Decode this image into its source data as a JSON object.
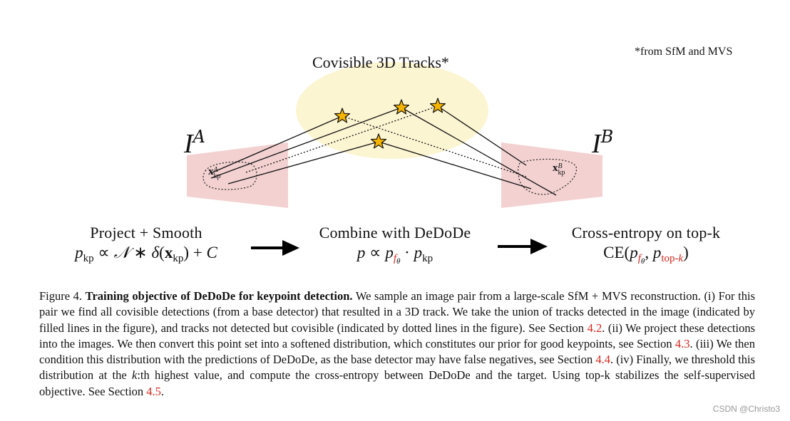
{
  "figure": {
    "footnote": "*from SfM and MVS",
    "tracks_title": "Covisible 3D Tracks*",
    "image_a_letter": "I",
    "image_a_sup": "A",
    "image_b_letter": "I",
    "image_b_sup": "B",
    "kp_a_main": "x",
    "kp_a_sup": "A",
    "kp_a_sub": "kp",
    "kp_b_main": "x",
    "kp_b_sup": "B",
    "kp_b_sub": "kp",
    "colors": {
      "image_plane": "#f3d1d1",
      "tracks_ellipse": "#fcf5d2",
      "star": "#f5b400",
      "reference": "#d9261c"
    },
    "steps": [
      {
        "title": "Project + Smooth",
        "eq": {
          "p": "p",
          "p_sub": "kp",
          "propto": "∝",
          "N": "𝒩",
          "star": "∗",
          "delta": "δ",
          "lp": "(",
          "x": "x",
          "x_sub": "kp",
          "rp": ")",
          "plus": "+",
          "C": "C"
        }
      },
      {
        "title": "Combine with DeDoDe",
        "eq": {
          "p": "p",
          "propto": "∝",
          "p2": "p",
          "f": "f",
          "theta": "θ",
          "dot": "·",
          "p3": "p",
          "p3_sub": "kp"
        }
      },
      {
        "title": "Cross-entropy on top-k",
        "eq": {
          "ce": "CE(",
          "p": "p",
          "f": "f",
          "theta": "θ",
          "comma": ",",
          "p2": "p",
          "p2_sub_a": "top-",
          "p2_sub_k": "k",
          "rp": ")"
        }
      }
    ]
  },
  "caption": {
    "label": "Figure 4.",
    "bold_title": "Training objective of DeDoDe for keypoint detection.",
    "s1": "We sample an image pair from a large-scale SfM + MVS reconstruction. (i) For this pair we find all covisible detections (from a base detector) that resulted in a 3D track. We take the union of tracks detected in the image (indicated by filled lines in the figure), and tracks not detected but covisible (indicated by dotted lines in the figure). See Section",
    "ref1": "4.2",
    "s2": ". (ii) We project these detections into the images. We then convert this point set into a softened distribution, which constitutes our prior for good keypoints, see Section",
    "ref2": "4.3",
    "s3": ". (iii) We then condition this distribution with the predictions of DeDoDe, as the base detector may have false negatives, see Section",
    "ref3": "4.4",
    "s4a": ". (iv) Finally, we threshold this distribution at the",
    "k": "k",
    "s4b": ":th highest value, and compute the cross-entropy between DeDoDe and the target. Using top-k stabilizes the self-supervised objective. See Section",
    "ref4": "4.5",
    "s5": "."
  },
  "watermark": "CSDN @Christo3"
}
